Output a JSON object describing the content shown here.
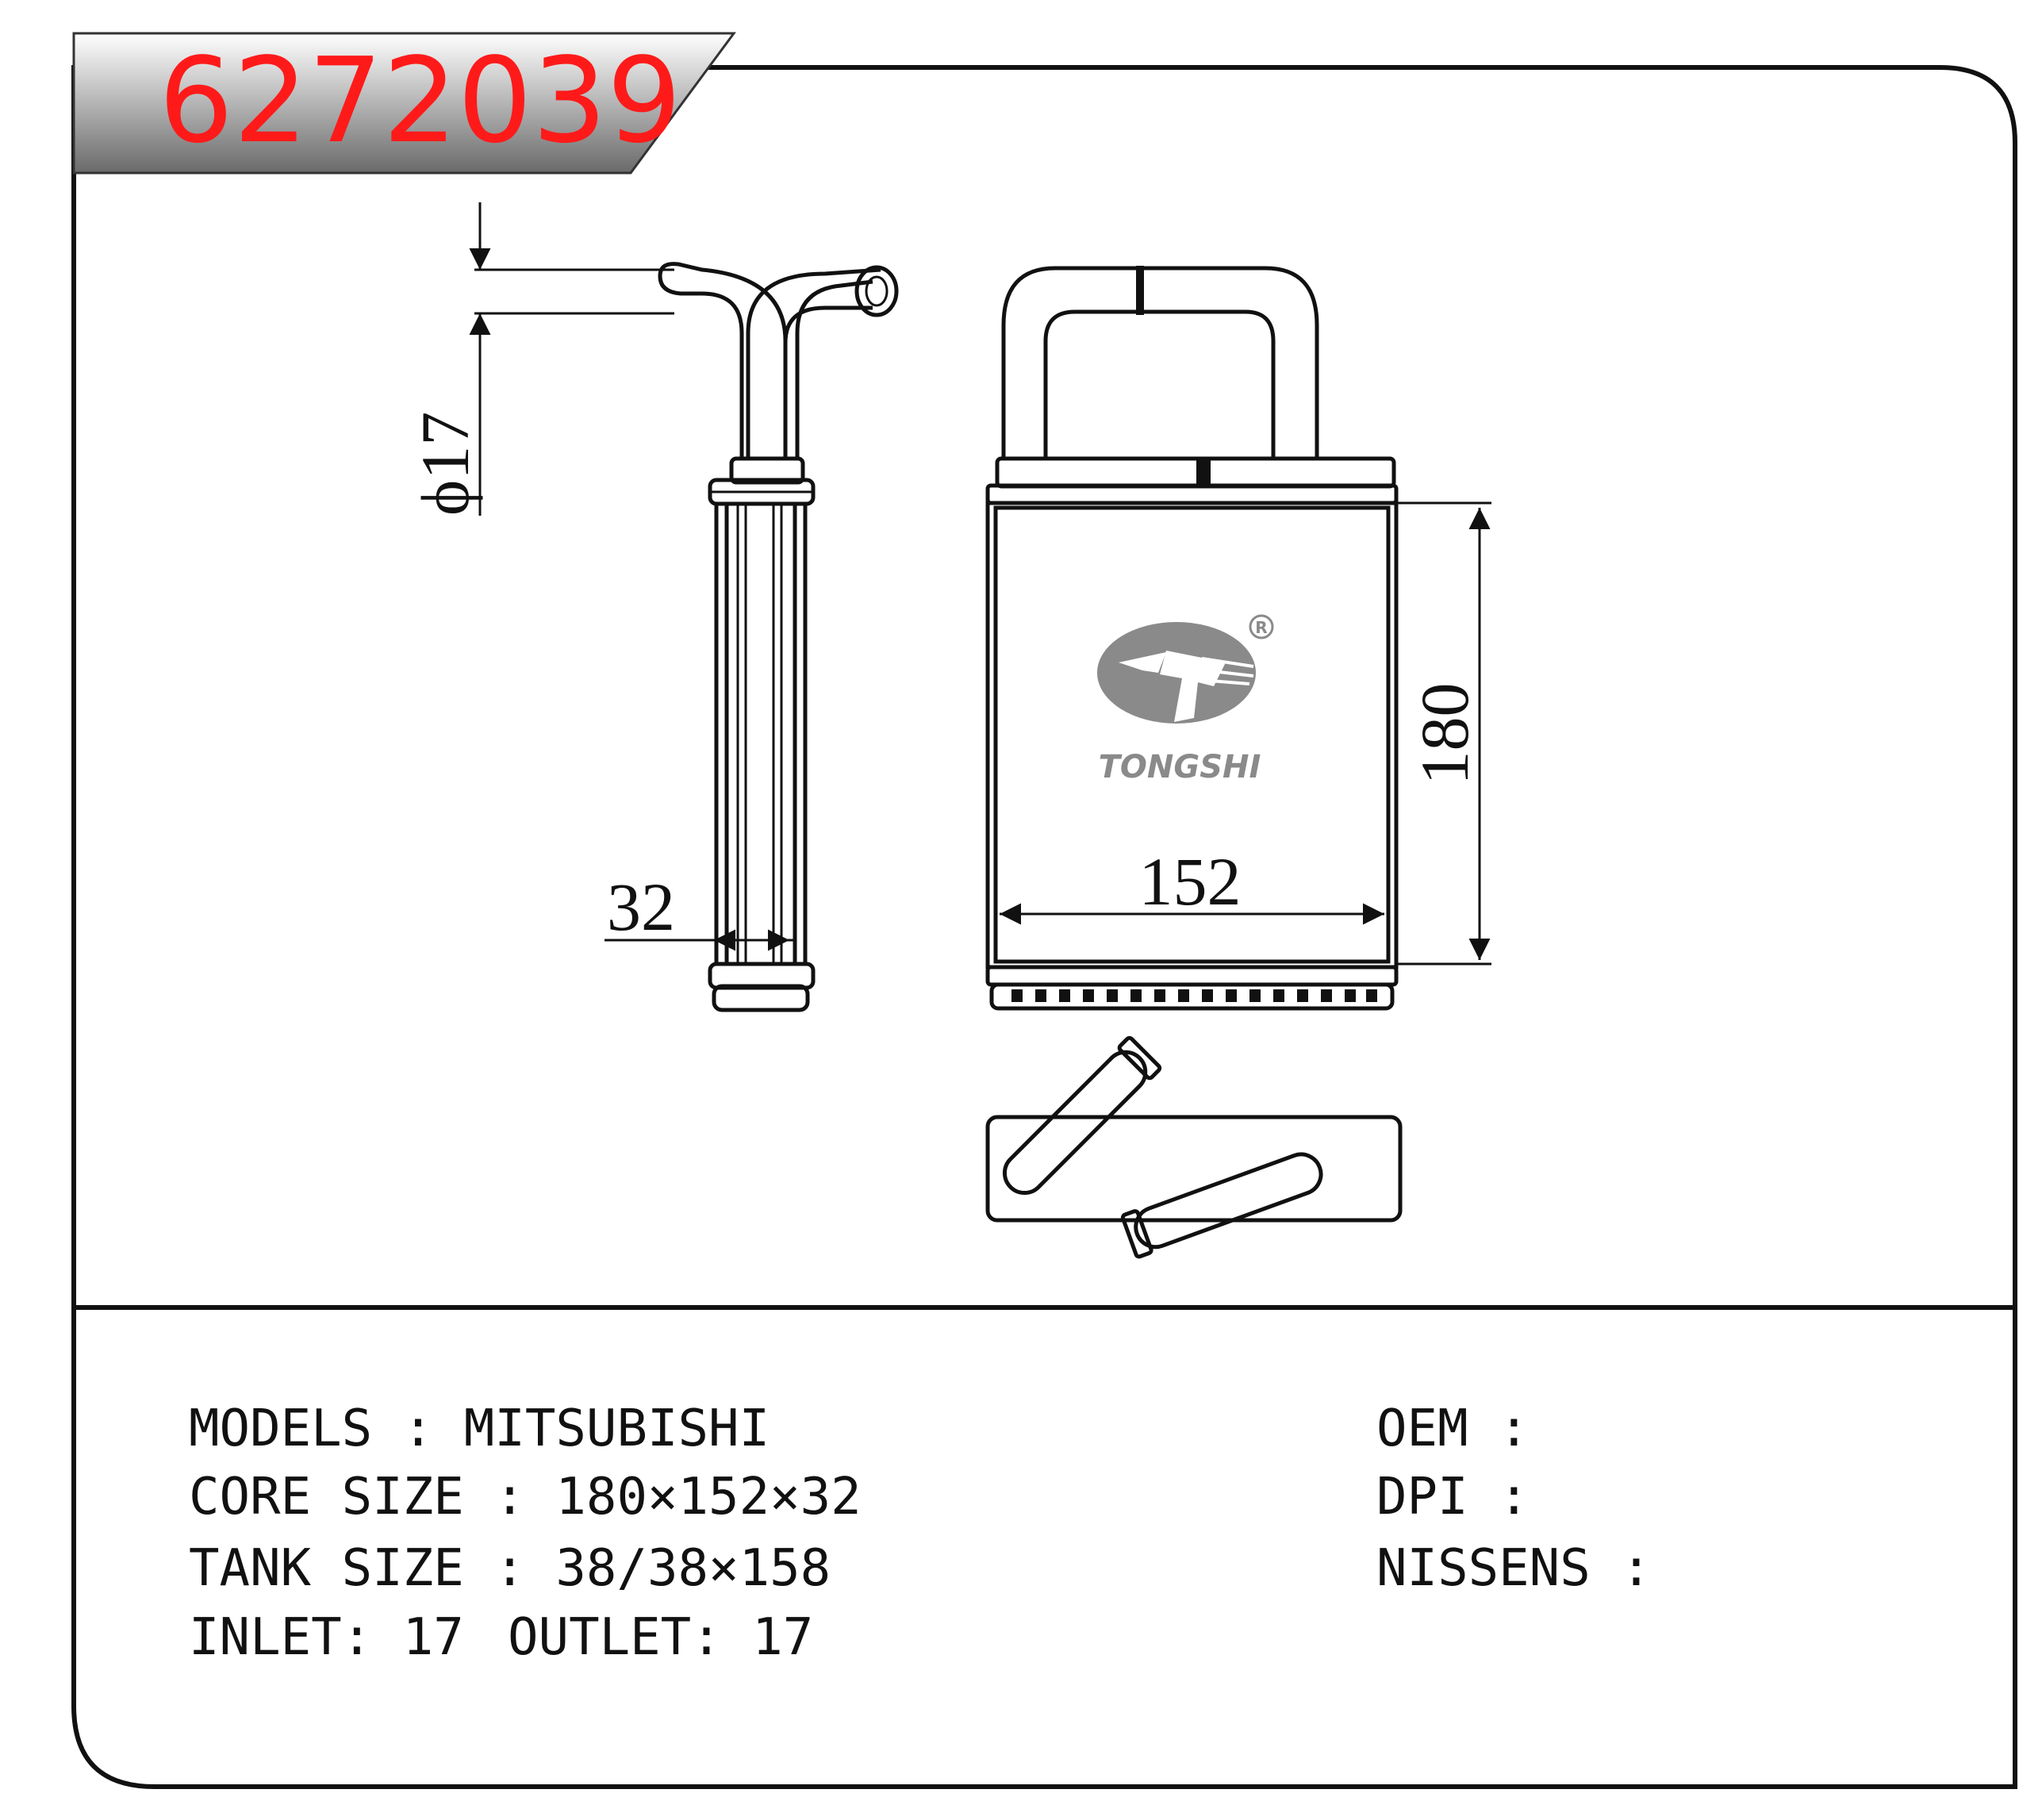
{
  "part_number": "6272039",
  "colors": {
    "part_number": "#ff1a1a",
    "banner_top": "#ffffff",
    "banner_bottom": "#6a6a6a",
    "logo": "#8a8a8a"
  },
  "logo": {
    "brand": "TONGSHI",
    "registered_mark": "R",
    "icon": "tongshi-logo-icon"
  },
  "dimensions": {
    "inlet_diameter": "ϕ17",
    "core_thickness": "32",
    "core_width": "152",
    "core_height": "180"
  },
  "specs": {
    "models": "MODELS : MITSUBISHI",
    "core_size": "CORE SIZE : 180×152×32",
    "tank_size": "TANK SIZE : 38/38×158",
    "inlet_label": "INLET: 17",
    "outlet_label": "OUTLET: 17"
  },
  "refs": {
    "oem": "OEM :",
    "dpi": "DPI :",
    "nissens": "NISSENS :"
  }
}
